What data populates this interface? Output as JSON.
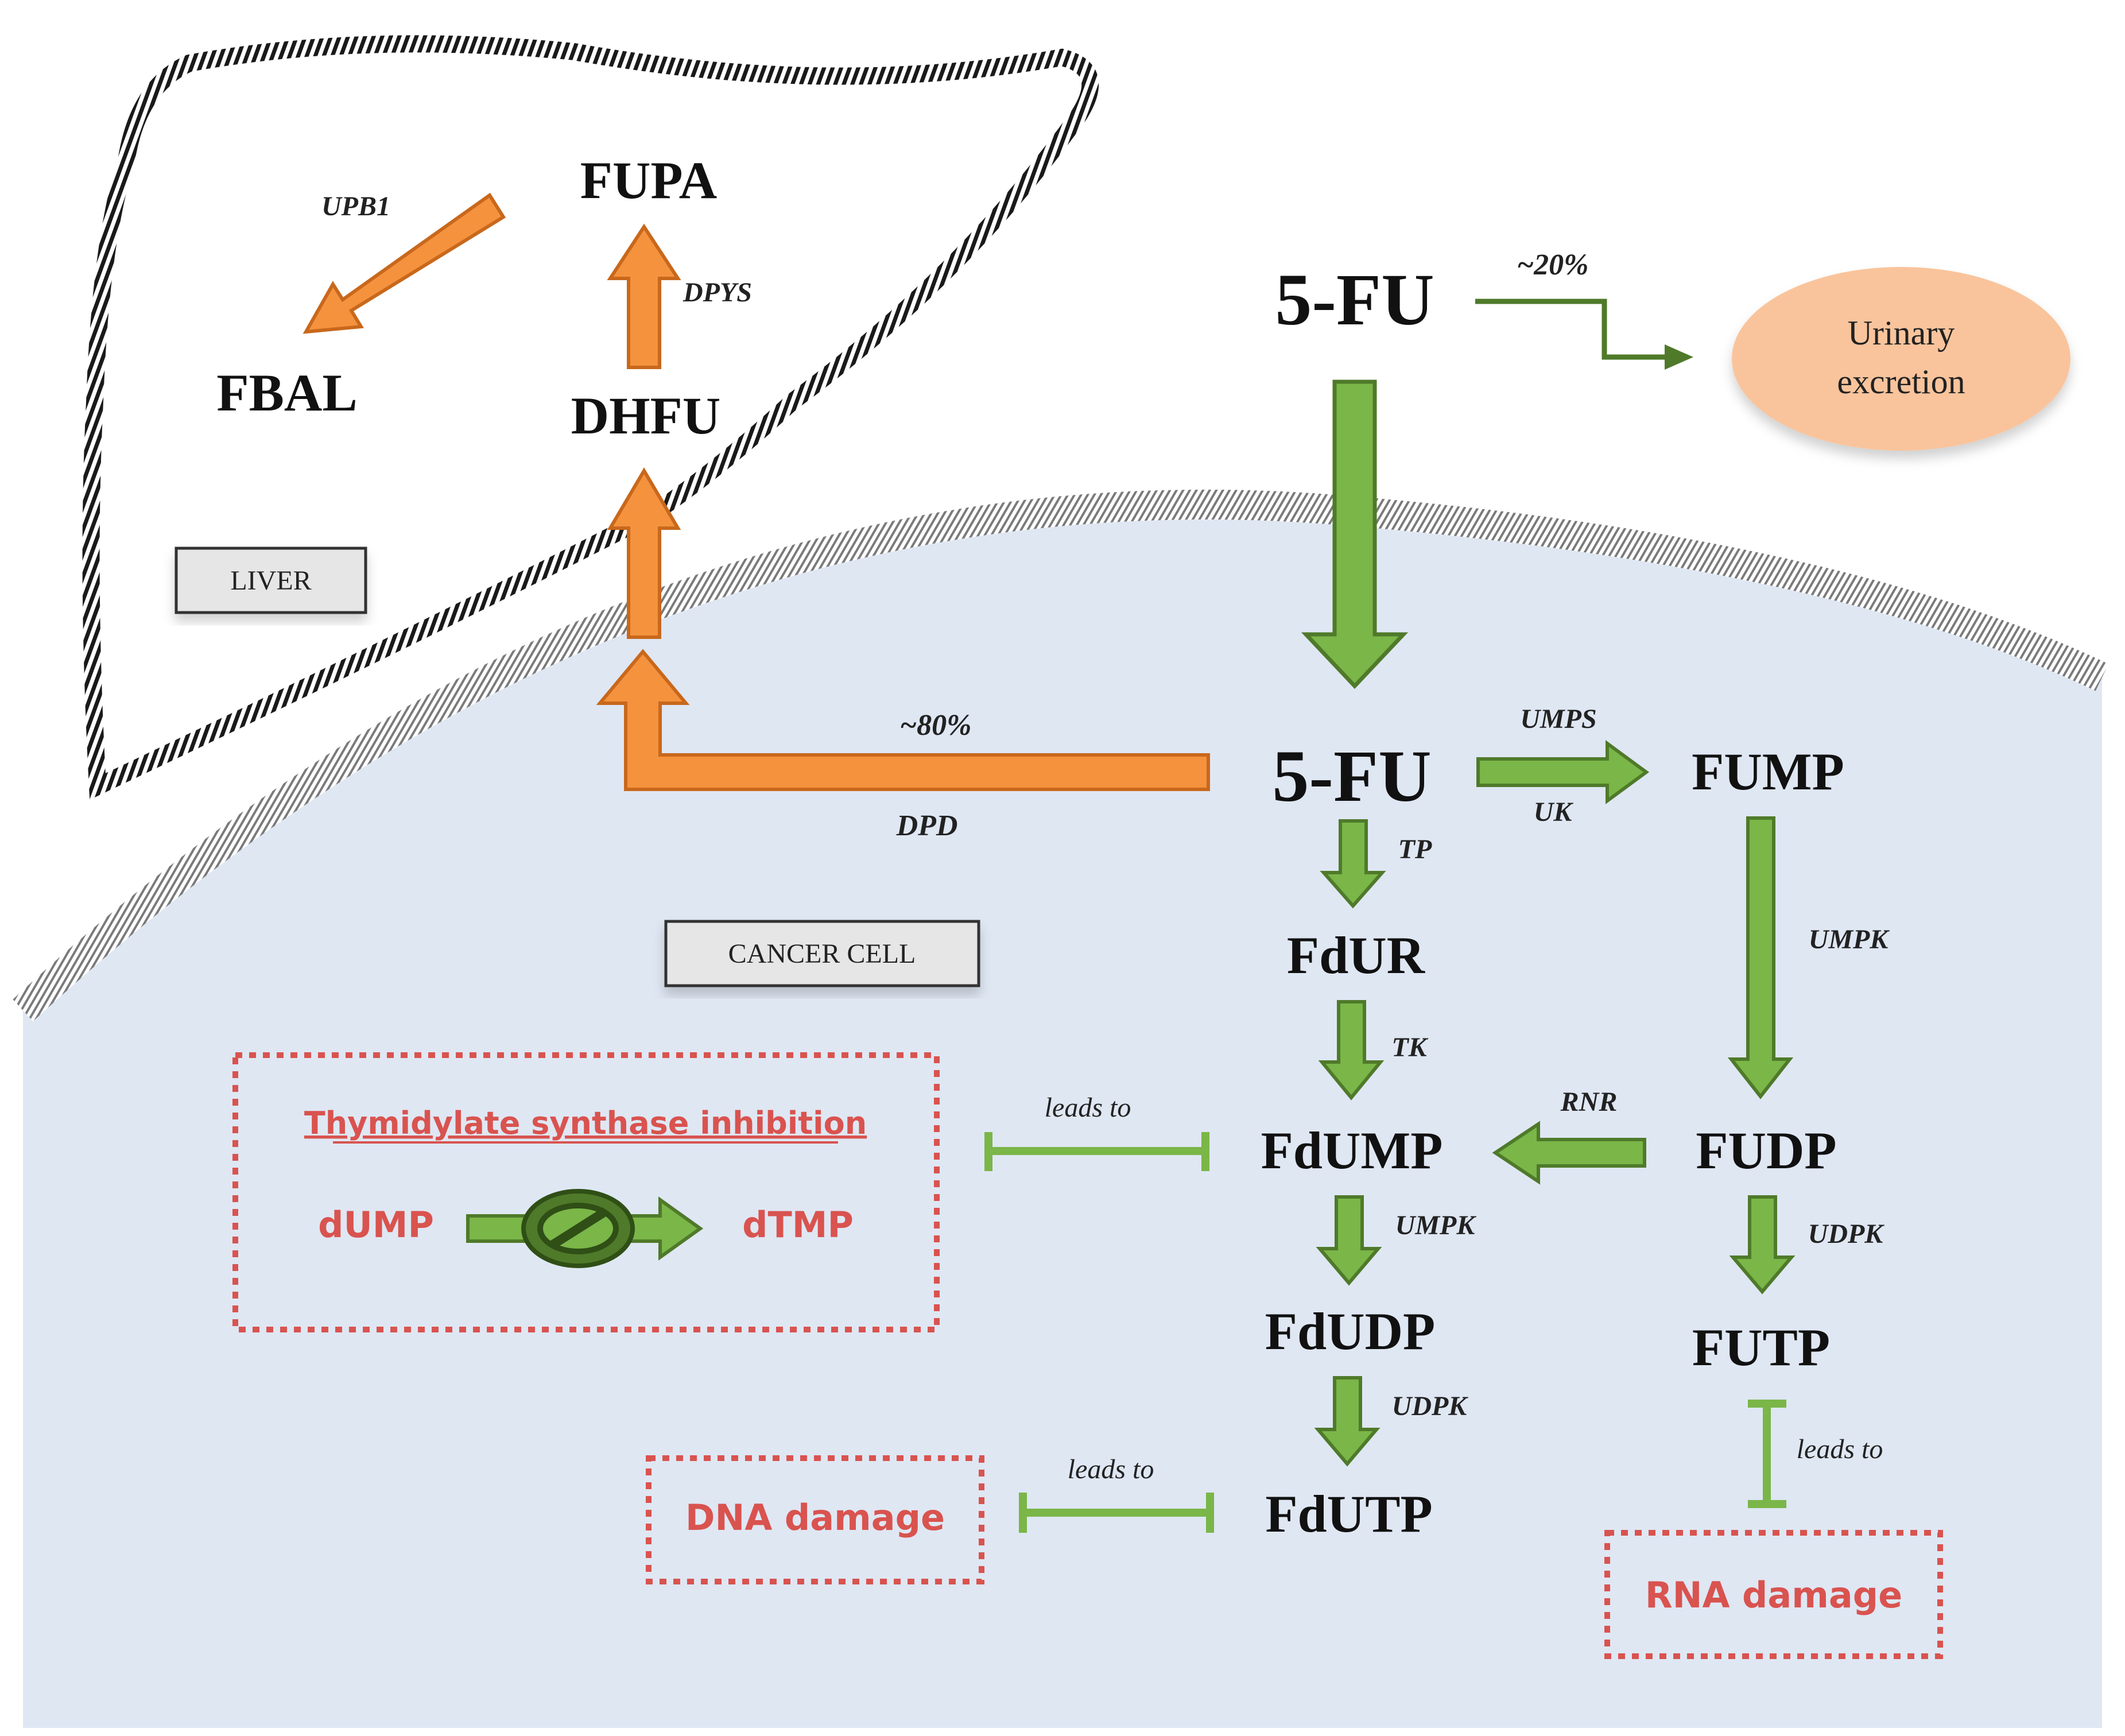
{
  "labels": {
    "liver": "LIVER",
    "cancer_cell": "CANCER CELL"
  },
  "metabolites": {
    "fupa": "FUPA",
    "fbal": "FBAL",
    "dhfu": "DHFU",
    "fu_extracellular": "5-FU",
    "fu_intracellular": "5-FU",
    "fump": "FUMP",
    "fdur": "FdUR",
    "fdump": "FdUMP",
    "fudp": "FUDP",
    "fdudp": "FdUDP",
    "futp": "FUTP",
    "fdutp": "FdUTP"
  },
  "enzymes": {
    "upb1": "UPB1",
    "dpys": "DPYS",
    "dpd": "DPD",
    "umps": "UMPS",
    "uk": "UK",
    "tp": "TP",
    "tk": "TK",
    "umpk_right": "UMPK",
    "rnr": "RNR",
    "umpk_center": "UMPK",
    "udpk_right": "UDPK",
    "udpk_center": "UDPK"
  },
  "percentages": {
    "urinary": "~20%",
    "dpd": "~80%"
  },
  "excretion": {
    "line1": "Urinary",
    "line2": "excretion"
  },
  "ts_box": {
    "title": "Thymidylate synthase inhibition",
    "dump": "dUMP",
    "dtmp": "dTMP"
  },
  "effects": {
    "leads_to_ts": "leads to",
    "leads_to_dna": "leads to",
    "leads_to_rna": "leads to",
    "dna_damage": "DNA damage",
    "rna_damage": "RNA damage"
  },
  "colors": {
    "green": "#7ab648",
    "green_dark": "#4f7a2a",
    "orange": "#f5923e",
    "orange_dark": "#c8681c",
    "cell": "#dfe7f3",
    "red": "#d9534f",
    "excretion": "#f9c49c"
  }
}
